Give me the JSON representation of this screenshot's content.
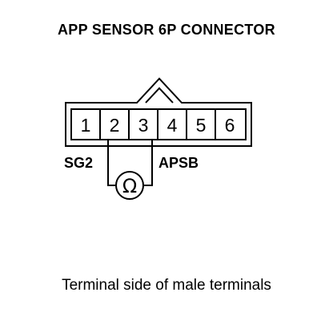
{
  "title": "APP SENSOR 6P CONNECTOR",
  "caption": "Terminal side of male terminals",
  "connector": {
    "terminals": [
      "1",
      "2",
      "3",
      "4",
      "5",
      "6"
    ]
  },
  "meter": {
    "symbol": "Ω",
    "left_label": "SG2",
    "right_label": "APSB"
  },
  "colors": {
    "line": "#000000",
    "background": "#ffffff"
  }
}
